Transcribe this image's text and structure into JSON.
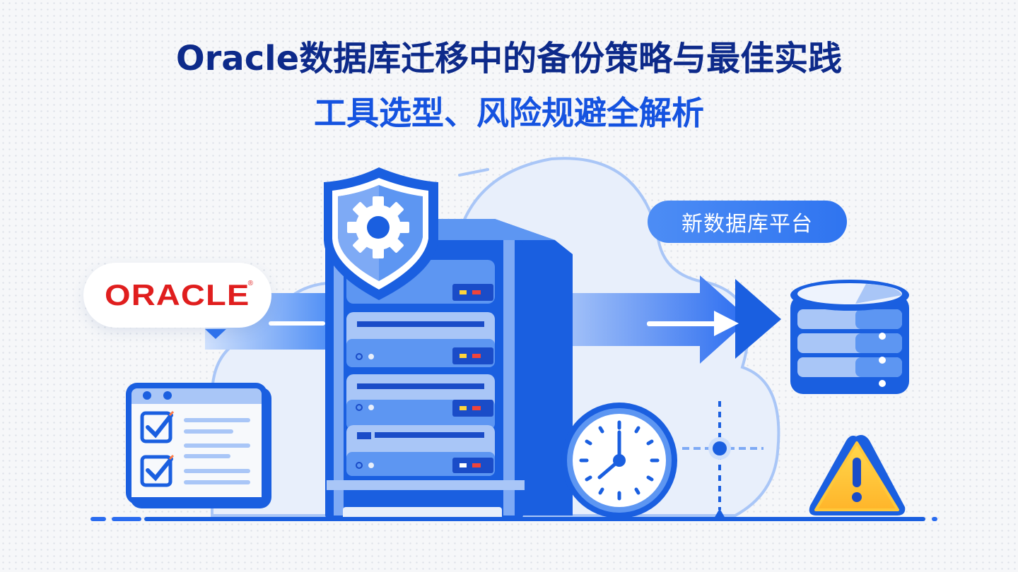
{
  "header": {
    "title": "Oracle数据库迁移中的备份策略与最佳实践",
    "subtitle": "工具选型、风险规避全解析"
  },
  "illustration": {
    "source_logo": "ORACLE",
    "source_logo_mark": "®",
    "target_label": "新数据库平台",
    "icons": [
      "checklist-window-icon",
      "server-rack-icon",
      "shield-gear-icon",
      "migration-arrow-icon",
      "database-stack-icon",
      "clock-icon",
      "warning-triangle-icon",
      "cloud-icon"
    ],
    "clock_time": "8:00",
    "colors": {
      "title": "#0d2a8a",
      "subtitle": "#1553e0",
      "primary_blue": "#1a5fe0",
      "light_blue": "#a9c6f7",
      "oracle_red": "#e01e1e",
      "warning_yellow": "#ffc83a",
      "led_yellow": "#ffd43b",
      "led_red": "#f0443a"
    }
  }
}
